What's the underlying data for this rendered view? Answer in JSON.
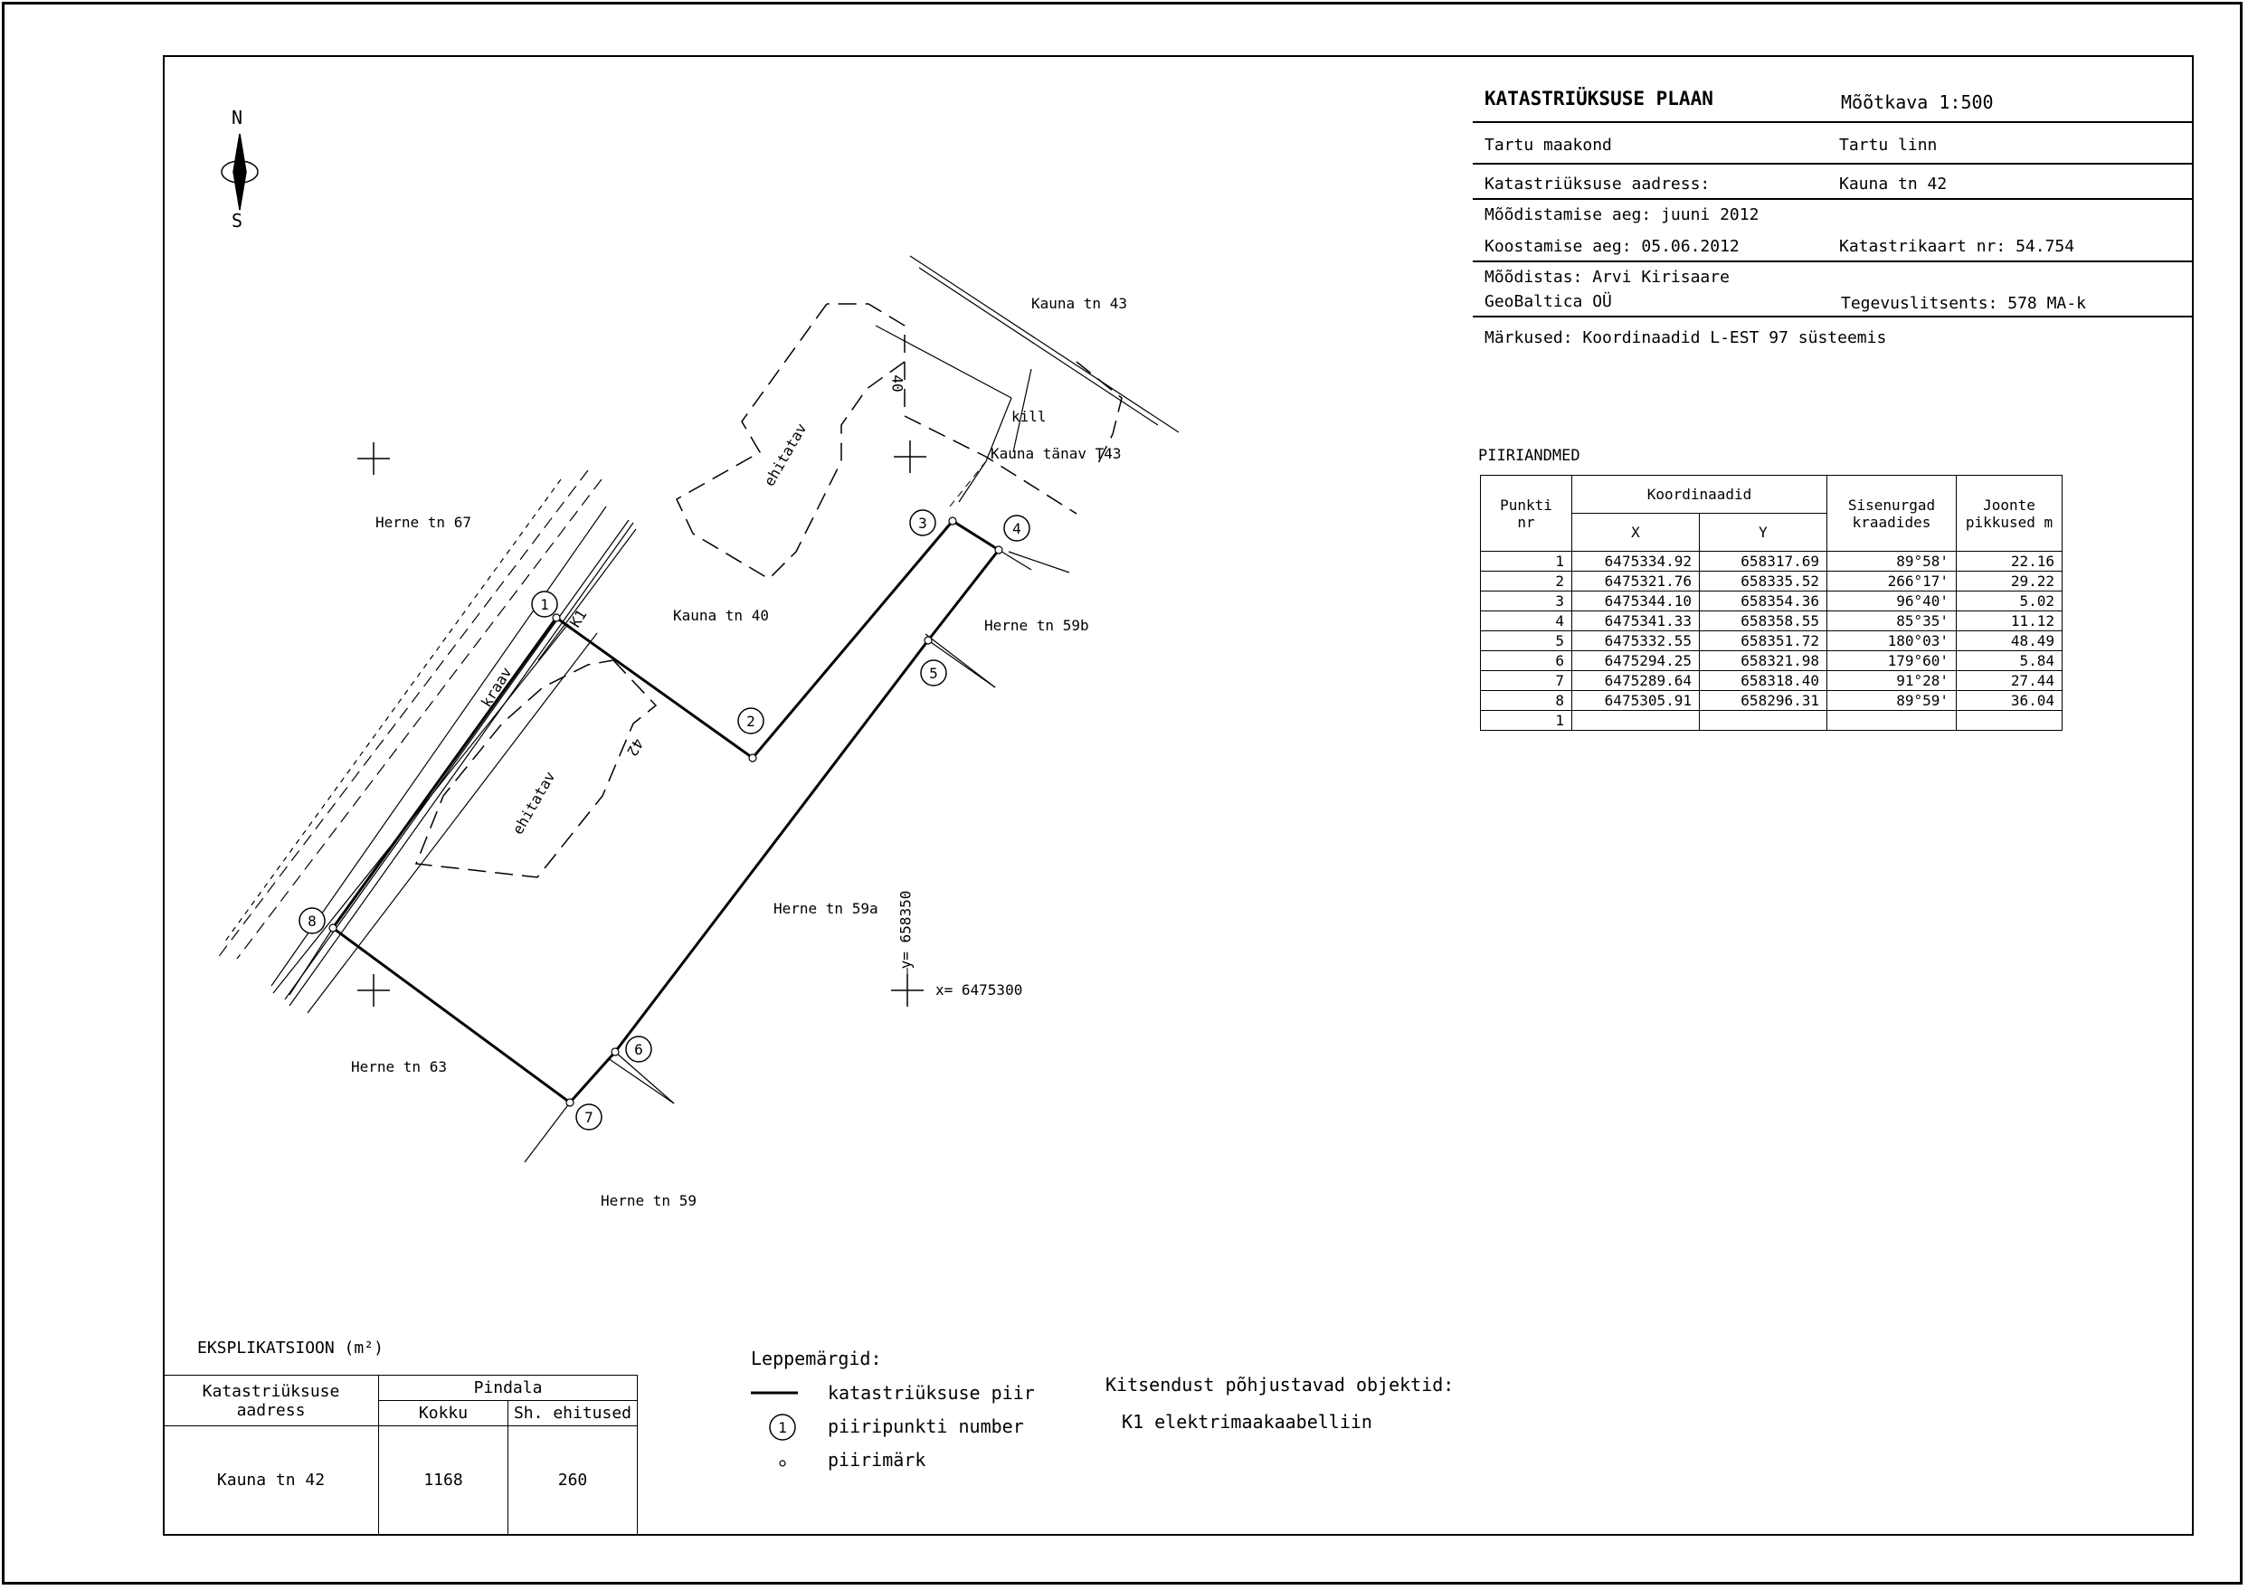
{
  "header": {
    "title": "KATASTRIÜKSUSE PLAAN",
    "scale": "Mõõtkava 1:500",
    "county": "Tartu maakond",
    "city": "Tartu linn",
    "address_label": "Katastriüksuse aadress:",
    "address_value": "Kauna tn 42",
    "survey_date": "Mõõdistamise aeg:  juuni 2012",
    "compile_date": "Koostamise aeg:   05.06.2012",
    "map_number": "Katastrikaart nr:  54.754",
    "surveyor": "Mõõdistas: Arvi Kirisaare",
    "company": "GeoBaltica OÜ",
    "license": "Tegevuslitsents: 578 MA-k",
    "notes": "Märkused: Koordinaadid L-EST 97 süsteemis"
  },
  "north_arrow": {
    "n": "N",
    "s": "S"
  },
  "plan_labels": {
    "herne67": "Herne tn 67",
    "kauna43": "Kauna tn 43",
    "kill": "kill",
    "kauna_tanav": "Kauna tänav T43",
    "kauna40": "Kauna tn 40",
    "herne59b": "Herne tn 59b",
    "herne59a": "Herne tn 59a",
    "herne63": "Herne tn 63",
    "herne59": "Herne tn 59",
    "ehitatav1": "ehitatav",
    "ehitatav2": "ehitatav",
    "kraav": "kraav",
    "k1": "K1",
    "house40": "40",
    "house42": "42",
    "coord_y": "y= 658350",
    "coord_x": "x= 6475300"
  },
  "points": [
    "1",
    "2",
    "3",
    "4",
    "5",
    "6",
    "7",
    "8"
  ],
  "piiriandmed": {
    "title": "PIIRIANDMED",
    "head_point": "Punkti nr",
    "head_coords": "Koordinaadid",
    "head_x": "X",
    "head_y": "Y",
    "head_angles": "Sisenurgad kraadides",
    "head_lengths": "Joonte pikkused m",
    "rows": [
      {
        "nr": "1",
        "x": "6475334.92",
        "y": "658317.69",
        "angle": "89°58'"
      },
      {
        "nr": "2",
        "x": "6475321.76",
        "y": "658335.52",
        "angle": "266°17'"
      },
      {
        "nr": "3",
        "x": "6475344.10",
        "y": "658354.36",
        "angle": "96°40'"
      },
      {
        "nr": "4",
        "x": "6475341.33",
        "y": "658358.55",
        "angle": "85°35'"
      },
      {
        "nr": "5",
        "x": "6475332.55",
        "y": "658351.72",
        "angle": "180°03'"
      },
      {
        "nr": "6",
        "x": "6475294.25",
        "y": "658321.98",
        "angle": "179°60'"
      },
      {
        "nr": "7",
        "x": "6475289.64",
        "y": "658318.40",
        "angle": "91°28'"
      },
      {
        "nr": "8",
        "x": "6475305.91",
        "y": "658296.31",
        "angle": "89°59'"
      },
      {
        "nr": "1",
        "x": "",
        "y": "",
        "angle": ""
      }
    ],
    "lengths": [
      "22.16",
      "29.22",
      "5.02",
      "11.12",
      "48.49",
      "5.84",
      "27.44",
      "36.04"
    ]
  },
  "eksplikatsioon": {
    "title": "EKSPLIKATSIOON (m²)",
    "head_address": "Katastriüksuse aadress",
    "head_area": "Pindala",
    "head_total": "Kokku",
    "head_built": "Sh. ehitused",
    "row_address": "Kauna tn 42",
    "row_total": "1168",
    "row_built": "260"
  },
  "legend": {
    "title": "Leppemärgid:",
    "line": "katastriüksuse piir",
    "number_symbol": "1",
    "number": "piiripunkti number",
    "mark": "piirimärk"
  },
  "restrictions": {
    "title": "Kitsendust põhjustavad objektid:",
    "item": "K1 elektrimaakaabelliin"
  }
}
